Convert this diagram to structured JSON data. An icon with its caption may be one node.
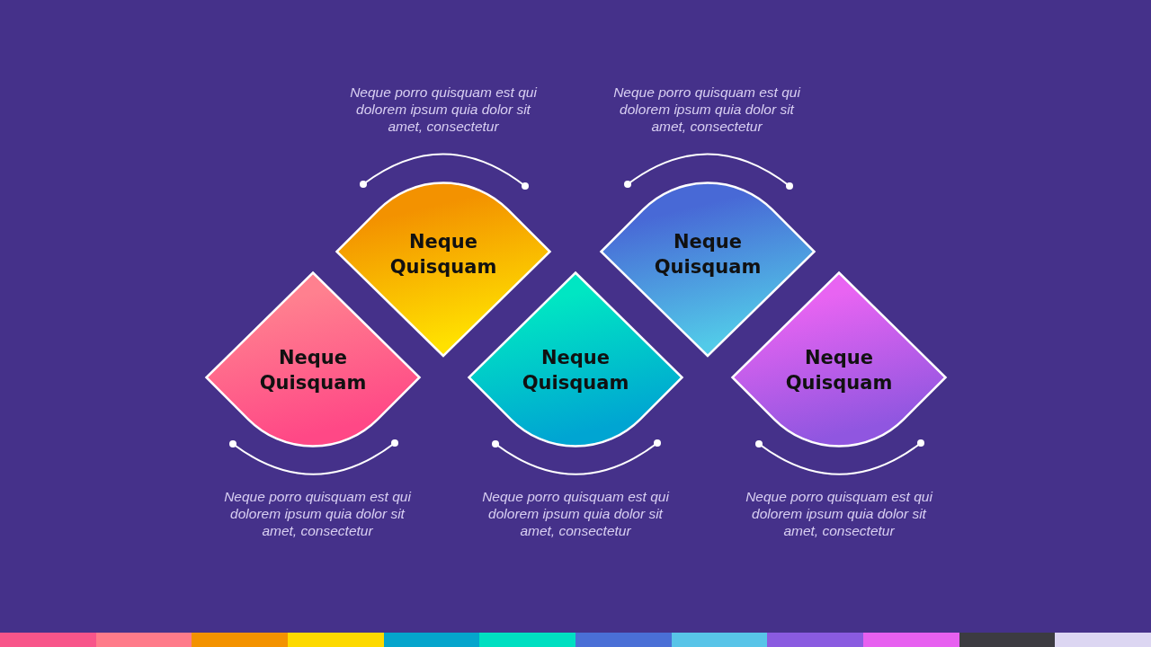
{
  "diagram": {
    "nodes": [
      {
        "text": [
          "Neque Quisquam"
        ],
        "beside": [
          "Neque porro quisquam est qui dolorem ipsum quia dolor sit amet, consectetur"
        ]
      },
      {
        "text": [
          "Neque Quisquam"
        ],
        "beside": [
          "Neque porro quisquam est qui dolorem ipsum quia dolor sit amet, consectetur"
        ]
      },
      {
        "text": [
          "Neque Quisquam"
        ],
        "beside": [
          "Neque porro quisquam est qui dolorem ipsum quia dolor sit amet, consectetur"
        ]
      },
      {
        "text": [
          "Neque Quisquam"
        ],
        "beside": [
          "Neque porro quisquam est qui dolorem ipsum quia dolor sit amet, consectetur"
        ]
      },
      {
        "text": [
          "Neque Quisquam"
        ],
        "beside": [
          "Neque porro quisquam est qui dolorem ipsum quia dolor sit amet, consectetur"
        ]
      }
    ]
  }
}
